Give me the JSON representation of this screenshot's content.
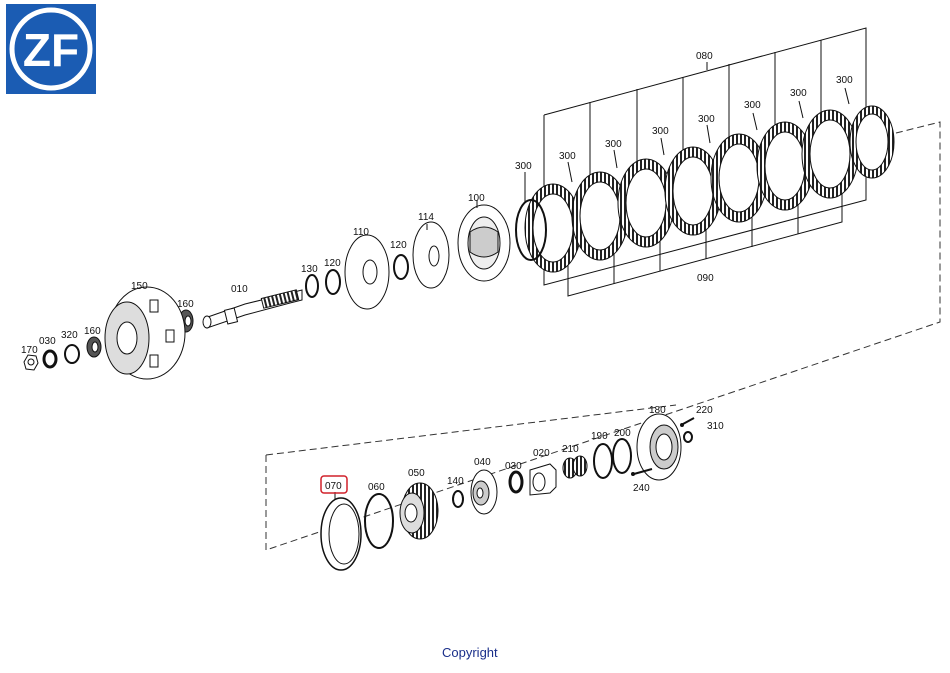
{
  "logo": {
    "text": "ZF",
    "bg_color": "#1b5cb3",
    "fg_color": "#ffffff"
  },
  "highlight_color": "#d0202a",
  "footer": {
    "copyright": "Copyright"
  },
  "labels": {
    "p080": "080",
    "p090": "090",
    "p300": "300",
    "p100": "100",
    "p114": "114",
    "p110": "110",
    "p120": "120",
    "p130": "130",
    "p010": "010",
    "p150": "150",
    "p160": "160",
    "p170": "170",
    "p030": "030",
    "p320": "320",
    "p070": "070",
    "p060": "060",
    "p050": "050",
    "p140": "140",
    "p040": "040",
    "p020": "020",
    "p210": "210",
    "p190": "190",
    "p200": "200",
    "p180": "180",
    "p220": "220",
    "p310": "310",
    "p240": "240"
  }
}
